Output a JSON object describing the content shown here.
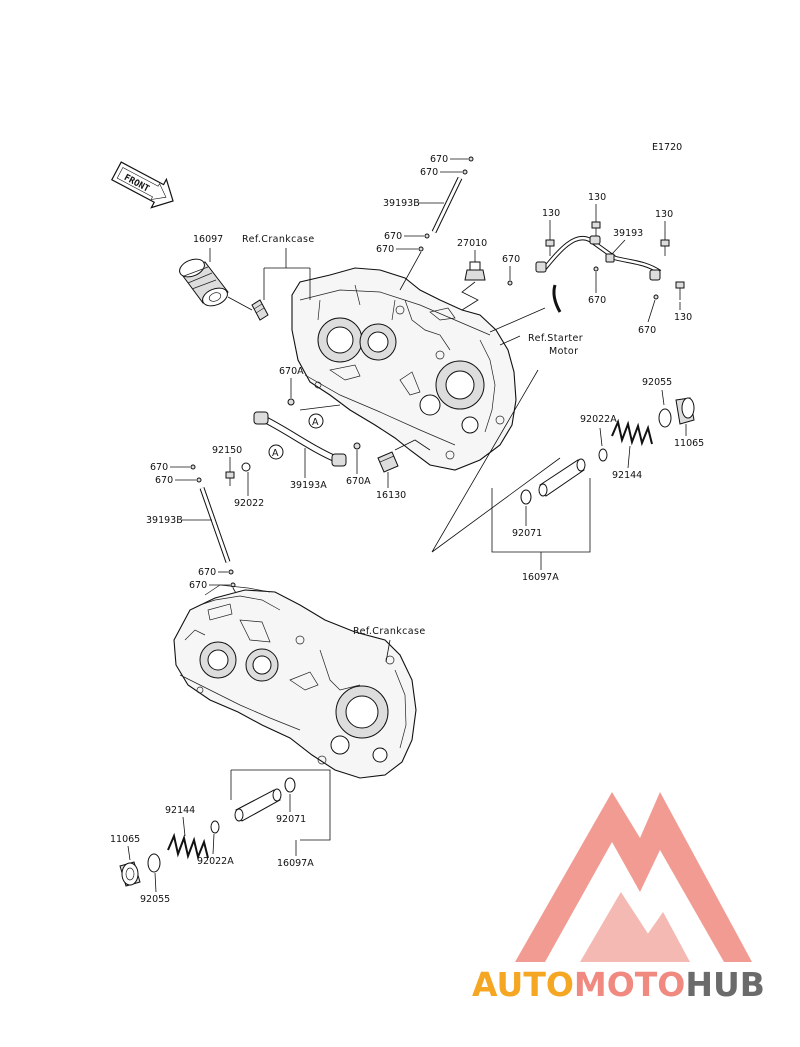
{
  "diagram_code": "E1720",
  "front_label": "FRONT",
  "watermark": {
    "part1": "AUTO",
    "part2": "MOTO",
    "part3": "HUB",
    "color1": "#f5a623",
    "color2": "#f08a80",
    "color3": "#6b6b6b"
  },
  "labels": {
    "p16097": "16097",
    "ref_crankcase_top": "Ref.Crankcase",
    "p670_t1": "670",
    "p670_t2": "670",
    "p39193b_t": "39193B",
    "p670_t3": "670",
    "p670_t4": "670",
    "p27010": "27010",
    "p130_a": "130",
    "p130_b": "130",
    "p130_c": "130",
    "p130_d": "130",
    "p39193": "39193",
    "p670_r1": "670",
    "p670_r2": "670",
    "p670_r3": "670",
    "ref_starter_1": "Ref.Starter",
    "ref_starter_2": "Motor",
    "p670a_l": "670A",
    "circle_a_1": "A",
    "circle_a_2": "A",
    "p92150": "92150",
    "p92022": "92022",
    "p39193a": "39193A",
    "p670a_b": "670A",
    "p16130": "16130",
    "p92055_t": "92055",
    "p11065_t": "11065",
    "p92022a_t": "92022A",
    "p92144_t": "92144",
    "p92071_t": "92071",
    "p16097a_t": "16097A",
    "p670_m1": "670",
    "p670_m2": "670",
    "p39193b_m": "39193B",
    "p670_m3": "670",
    "p670_m4": "670",
    "ref_crankcase_bottom": "Ref.Crankcase",
    "p92144_b": "92144",
    "p11065_b": "11065",
    "p92022a_b": "92022A",
    "p92071_b": "92071",
    "p16097a_b": "16097A",
    "p92055_b": "92055"
  }
}
